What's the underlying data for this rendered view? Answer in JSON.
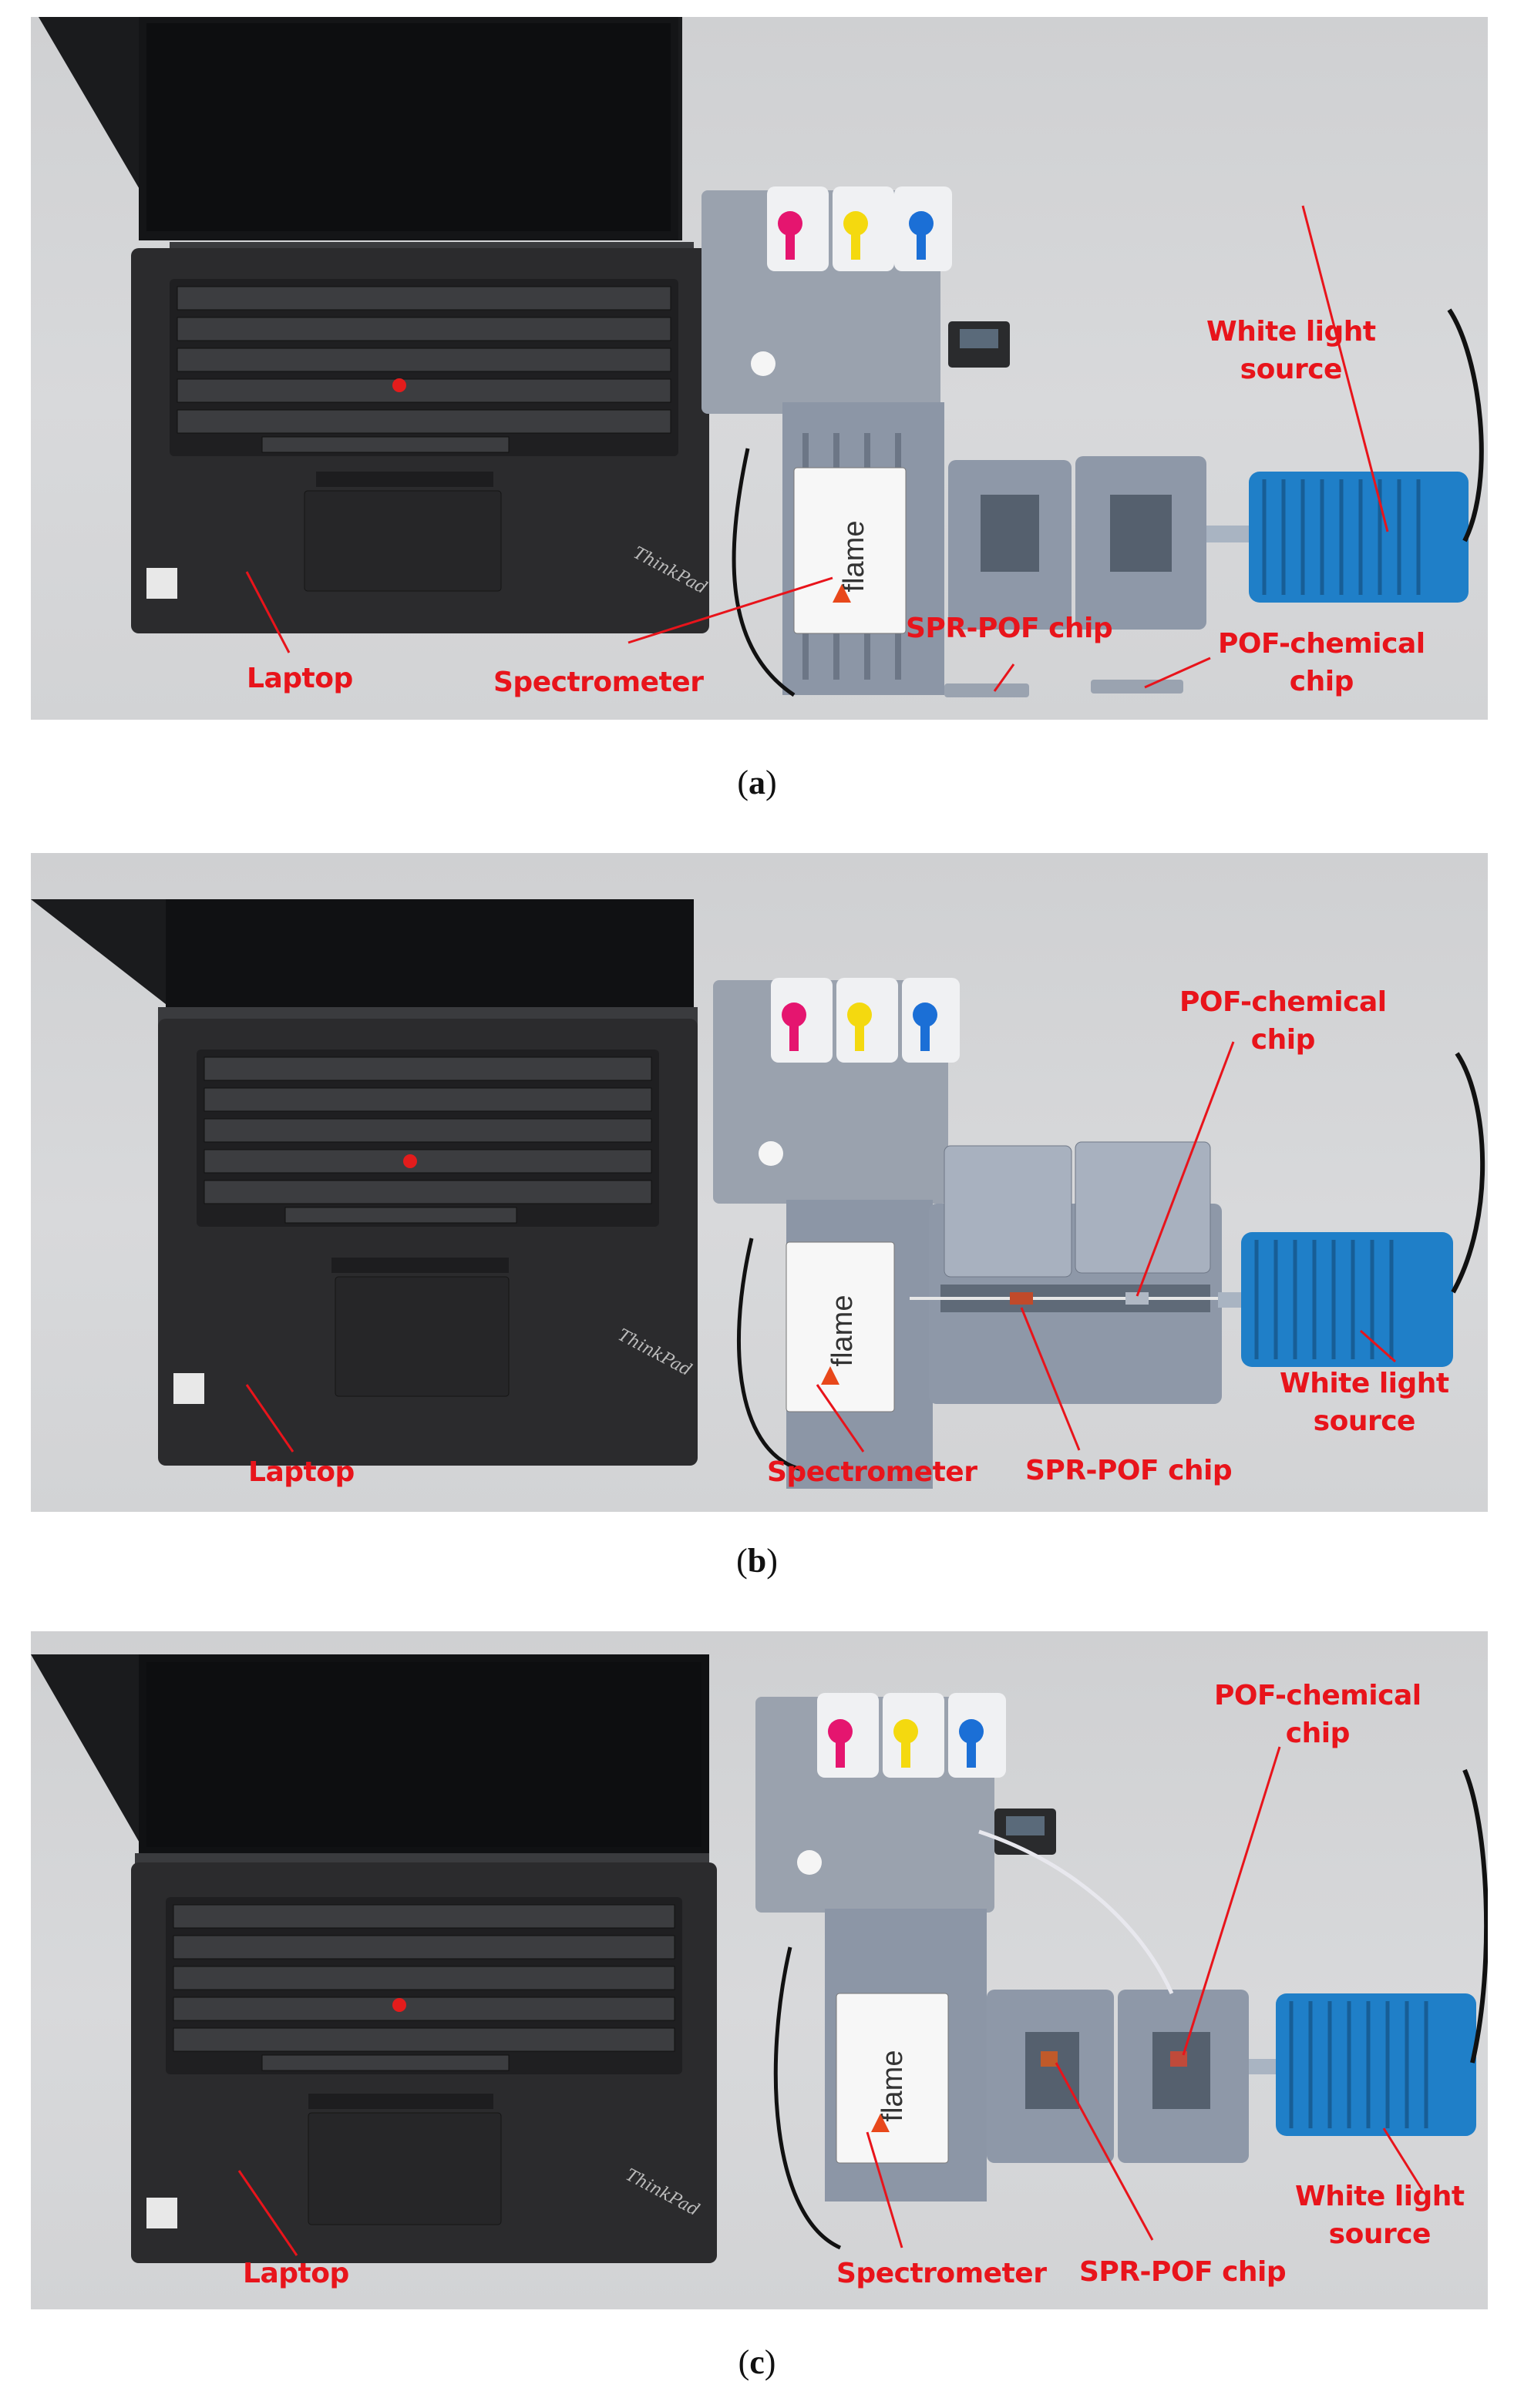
{
  "panels": [
    {
      "caption": "a",
      "labels": {
        "laptop": "Laptop",
        "spectrometer": "Spectrometer",
        "spr_chip": "SPR-POF chip",
        "pof_chip": "POF-chemical\nchip",
        "light_source": "White light\nsource"
      }
    },
    {
      "caption": "b",
      "labels": {
        "laptop": "Laptop",
        "spectrometer": "Spectrometer",
        "spr_chip": "SPR-POF chip",
        "pof_chip": "POF-chemical\nchip",
        "light_source": "White light\nsource"
      }
    },
    {
      "caption": "c",
      "labels": {
        "laptop": "Laptop",
        "spectrometer": "Spectrometer",
        "spr_chip": "SPR-POF chip",
        "pof_chip": "POF-chemical\nchip",
        "light_source": "White light\nsource"
      }
    }
  ],
  "device_text": {
    "laptop_brand": "ThinkPad",
    "spectrometer_brand": "flame"
  },
  "colors": {
    "label_red": "#e8141b",
    "tabletop": "#d4d5d7",
    "laptop_body": "#2b2b2d",
    "holder_gray": "#8e98a8",
    "light_source_blue": "#1f7fc8",
    "ink_magenta": "#e5156f",
    "ink_yellow": "#f4d90f",
    "ink_blue": "#1b6fd6"
  }
}
